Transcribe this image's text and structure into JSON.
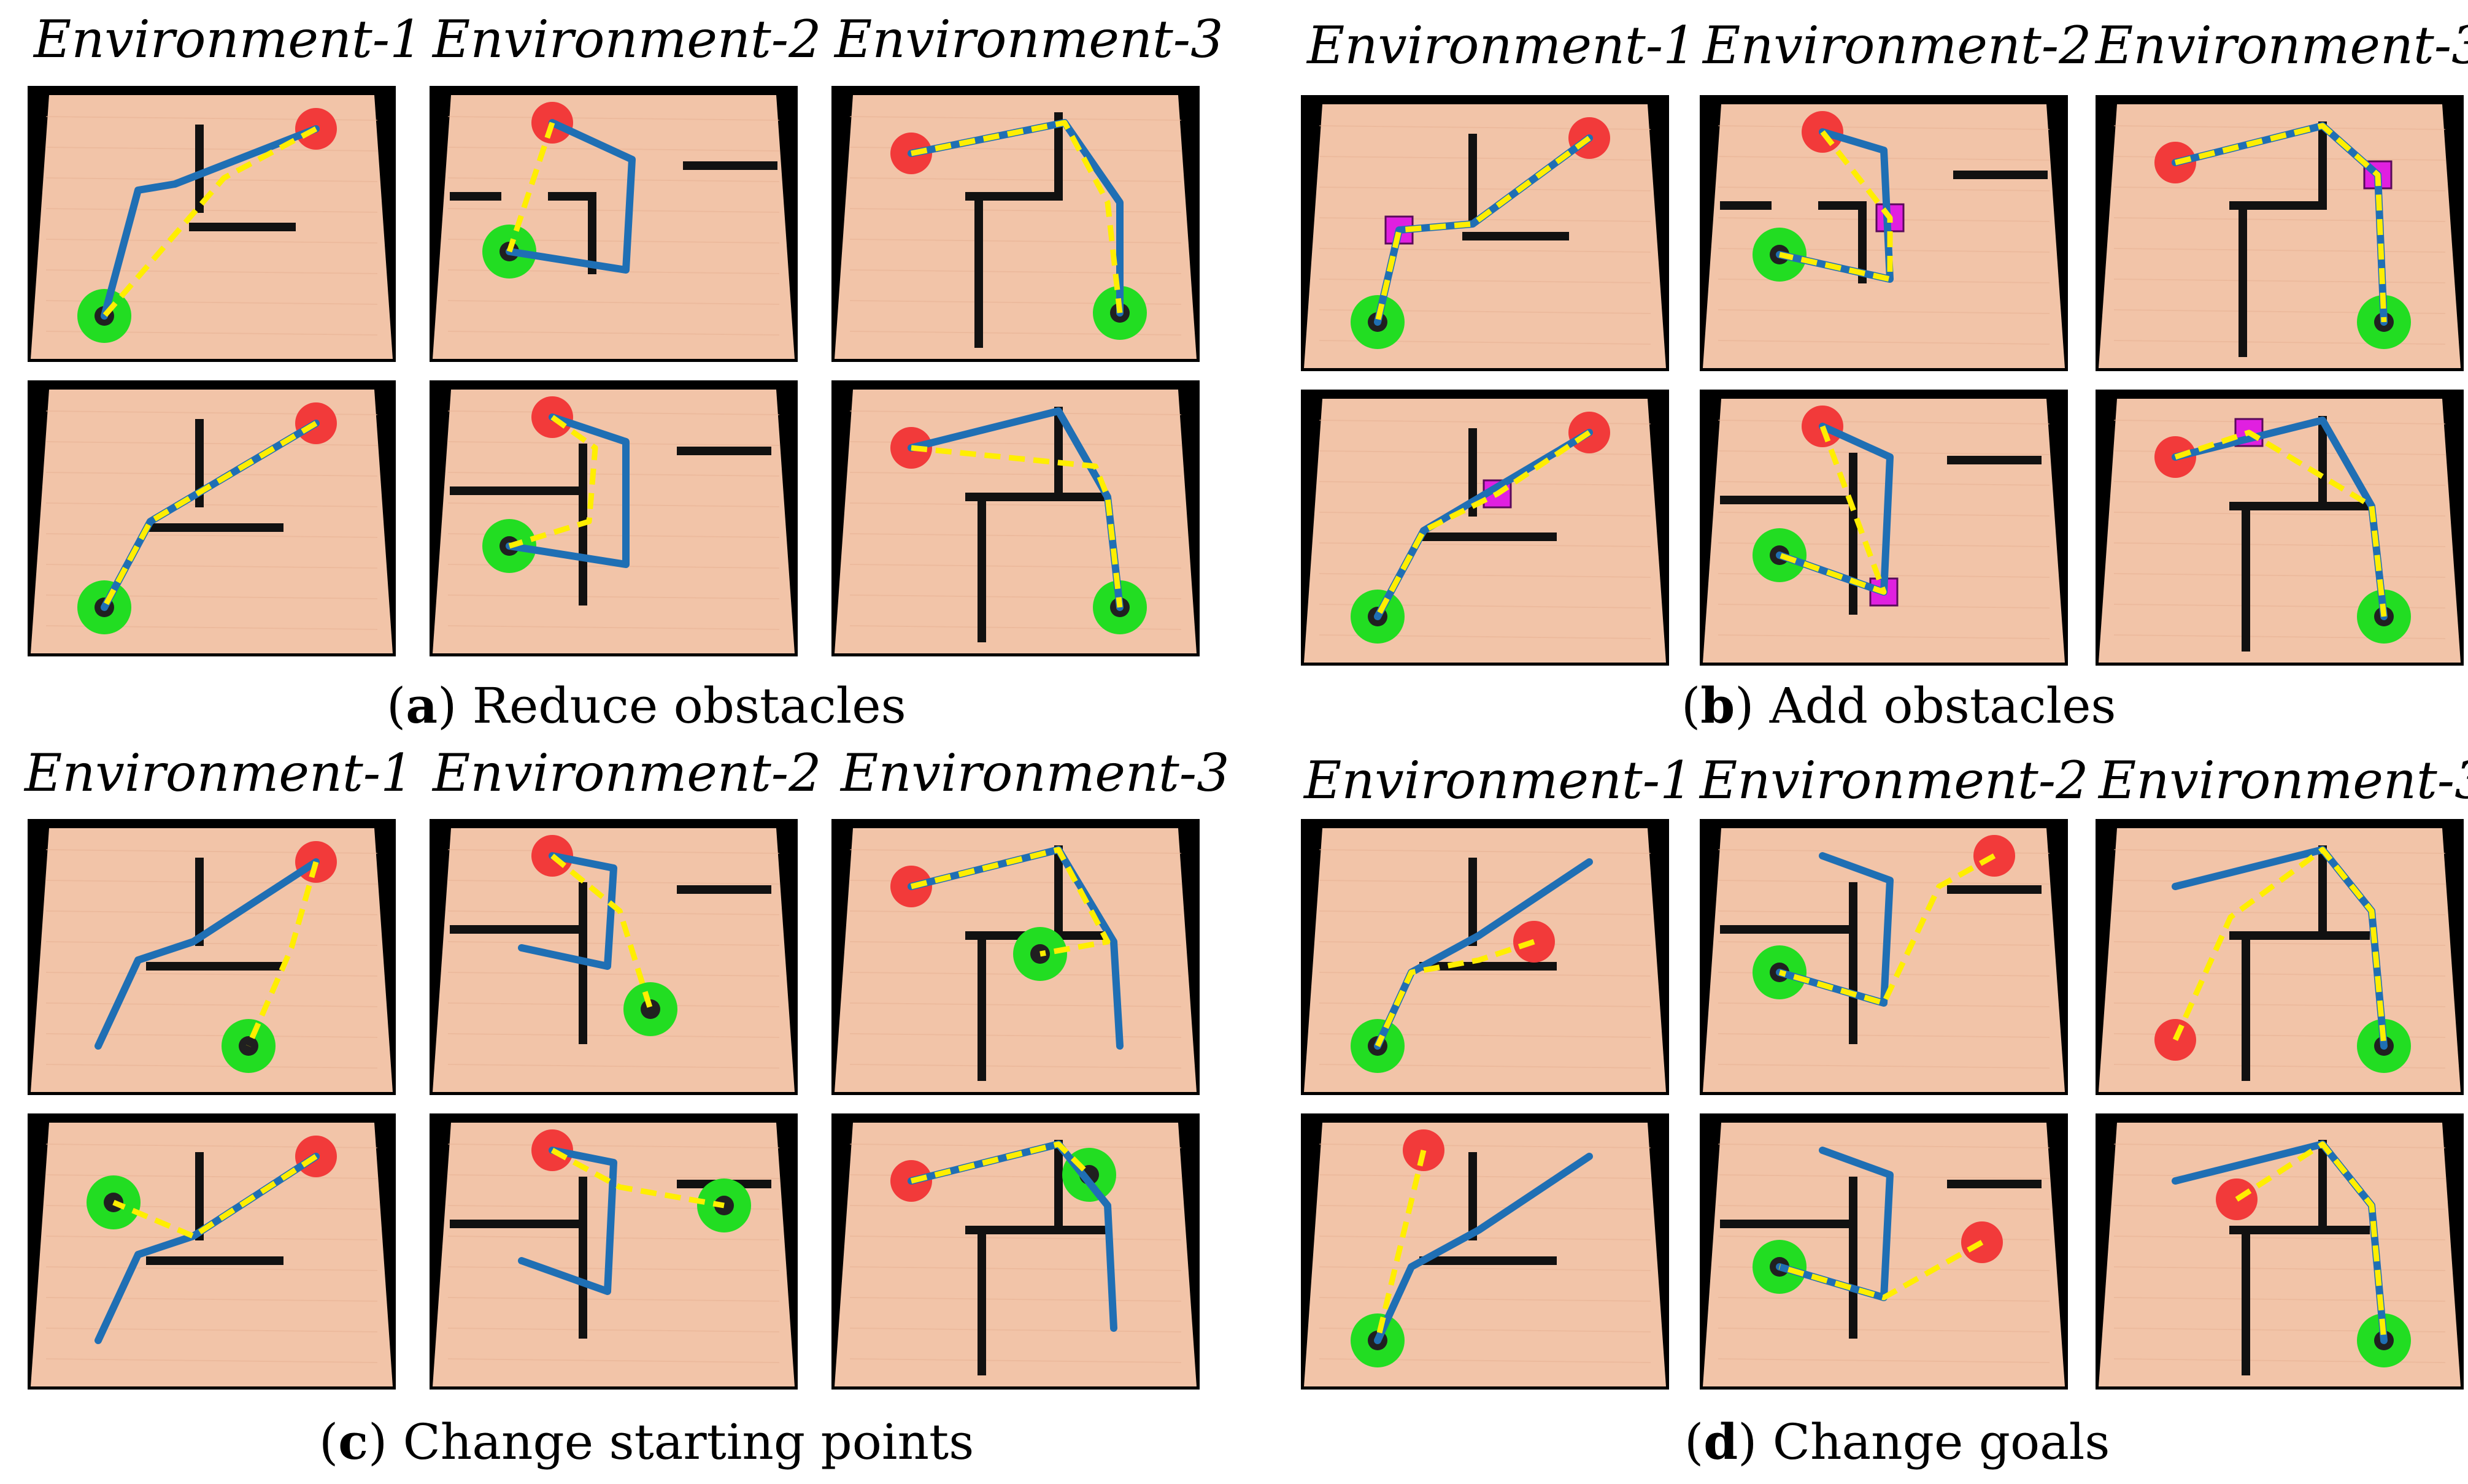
{
  "environment_labels": [
    "Environment-1",
    "Environment-2",
    "Environment-3"
  ],
  "groups": [
    {
      "letter": "a",
      "title": "Reduce obstacles"
    },
    {
      "letter": "b",
      "title": "Add obstacles"
    },
    {
      "letter": "c",
      "title": "Change starting points"
    },
    {
      "letter": "d",
      "title": "Change goals"
    }
  ],
  "colors": {
    "frame": "#000000",
    "floor": "#f2c4a8",
    "wall": "#111111",
    "goal": "#f23a3a",
    "start": "#22dd22",
    "robot": "#202020",
    "path_blue": "#1f6fb4",
    "path_yellow": "#ffee00",
    "added_obstacle": "#e020e0"
  }
}
